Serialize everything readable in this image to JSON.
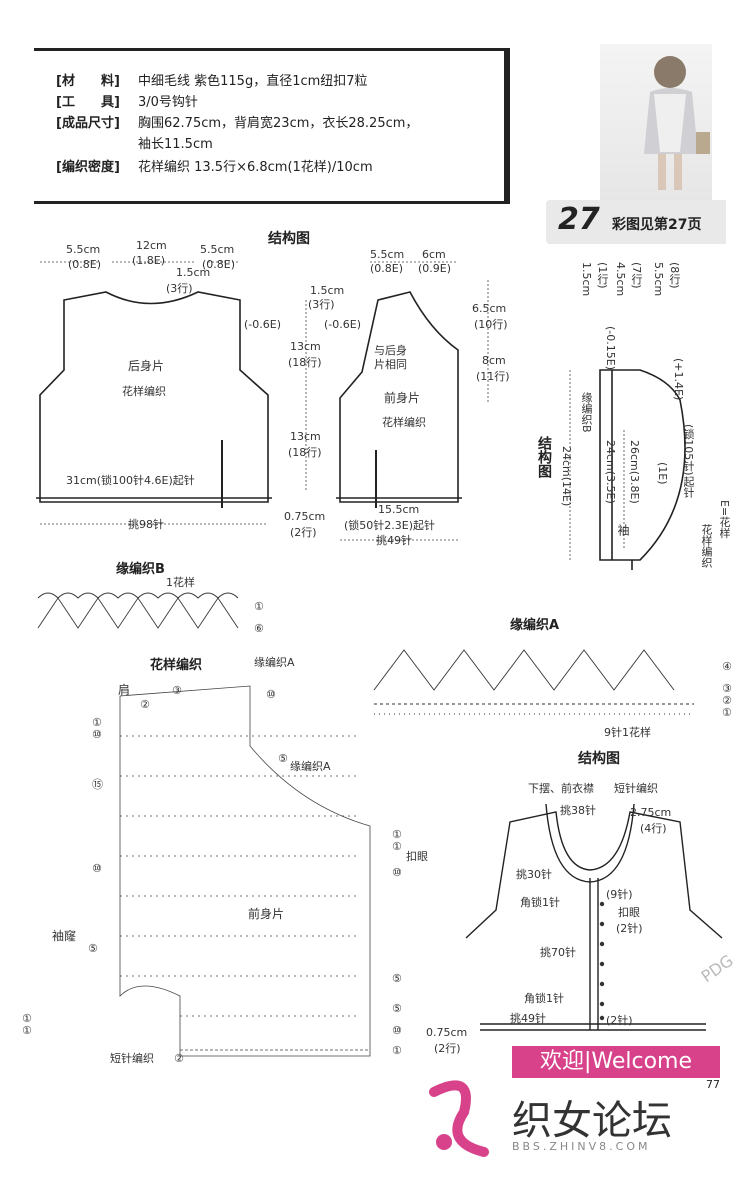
{
  "spec": {
    "rows": [
      {
        "label": "[材　　料]",
        "value": "中细毛线 紫色115g，直径1cm纽扣7粒"
      },
      {
        "label": "[工　　具]",
        "value": "3/0号钩针"
      },
      {
        "label": "[成品尺寸]",
        "value": "胸围62.75cm，背肩宽23cm，衣长28.25cm，"
      },
      {
        "label": "",
        "value": "袖长11.5cm"
      },
      {
        "label": "[编织密度]",
        "value": "花样编织 13.5行×6.8cm(1花样)/10cm"
      }
    ]
  },
  "badge": {
    "number": "27",
    "text": "彩图见第27页"
  },
  "body_chart": {
    "title": "结构图",
    "back": {
      "name": "后身片",
      "pattern": "花样编织",
      "dims": [
        "5.5cm",
        "(0.8E)",
        "12cm",
        "(1.8E)",
        "5.5cm",
        "(0.8E)",
        "1.5cm",
        "(3行)",
        "(-0.6E)"
      ],
      "hem": "31cm(锁100针4.6E)起针",
      "pick": "挑98针"
    },
    "front": {
      "name": "前身片",
      "pattern": "花样编织",
      "note1": "与后身",
      "note2": "片相同",
      "dims": [
        "5.5cm",
        "(0.8E)",
        "6cm",
        "(0.9E)",
        "1.5cm",
        "(3行)",
        "(-0.6E)"
      ],
      "hem1": "15.5cm",
      "hem2": "(锁50针2.3E)起针",
      "pick": "挑49针"
    },
    "vertical": [
      "13cm",
      "(18行)",
      "13cm",
      "(18行)",
      "0.75cm",
      "(2行)",
      "6.5cm",
      "(10行)",
      "8cm",
      "(11行)"
    ]
  },
  "sleeve_chart": {
    "title": "结构图",
    "name": "袖",
    "labels": [
      "1.5cm",
      "(1行)",
      "4.5cm",
      "(7行)",
      "5.5cm",
      "(8行)",
      "(-0.15E)",
      "缘编织B",
      "(+1.4E)",
      "24cm(3.5E)",
      "26cm(3.8E)",
      "(1E)",
      "24cm(14E)",
      "(锁105针)起针",
      "花样编织",
      "E=花样"
    ]
  },
  "edge_b": {
    "title": "缘编织B",
    "repeat": "1花样",
    "rows": [
      "①",
      "⑥"
    ]
  },
  "edge_a": {
    "title": "缘编织A",
    "repeat": "9针1花样",
    "rows": [
      "④",
      "③",
      "②",
      "①"
    ]
  },
  "pattern_chart": {
    "title": "花样编织",
    "labels": [
      "缘编织A",
      "肩",
      "缘编织A",
      "扣眼",
      "前身片",
      "袖窿",
      "短针编织"
    ],
    "row_nums": [
      "⑩",
      "③",
      "②",
      "①",
      "⑩",
      "⑮",
      "⑩",
      "⑤",
      "①",
      "⑩",
      "⑤",
      "⑤",
      "①",
      "①",
      "⑩",
      "⑤",
      "①",
      "①",
      "②"
    ]
  },
  "front_chart": {
    "title": "结构图",
    "labels": [
      "下摆、前衣襟",
      "短针编织",
      "挑38针",
      "2.75cm",
      "(4行)",
      "挑30针",
      "(9针)",
      "角锁1针",
      "扣眼",
      "(2针)",
      "挑70针",
      "角锁1针",
      "挑49针",
      "(2针)",
      "0.75cm",
      "(2行)"
    ]
  },
  "footer": {
    "welcome": "欢迎|Welcome",
    "site": "织女论坛",
    "url": "BBS.ZHINV8.COM",
    "page": "77",
    "watermark": "PDG"
  }
}
